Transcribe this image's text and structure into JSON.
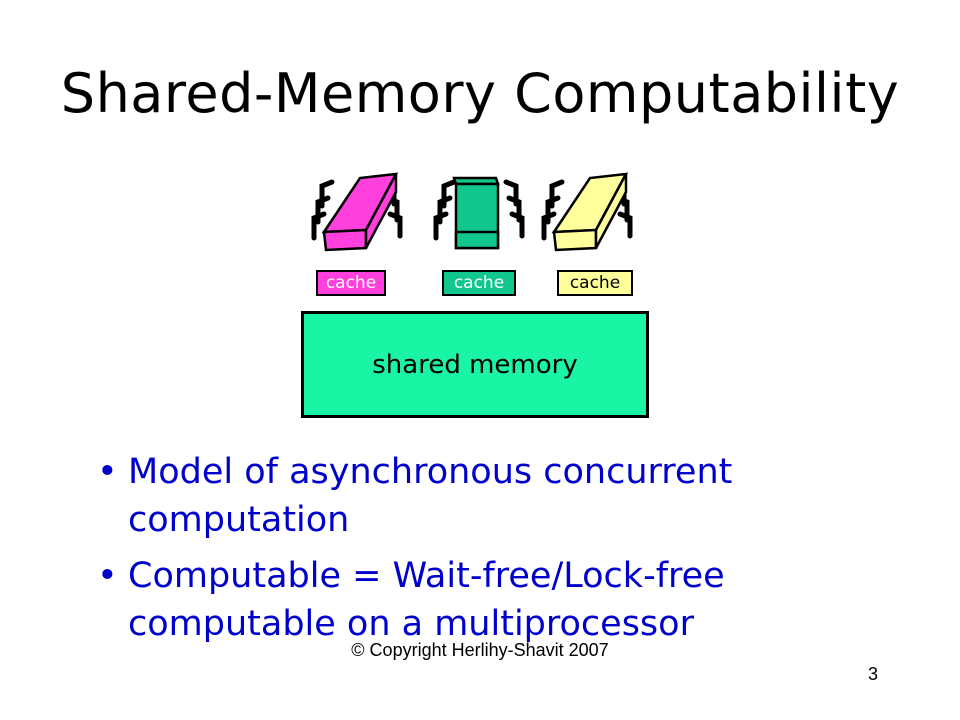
{
  "slide": {
    "title": "Shared-Memory Computability",
    "processors": [
      {
        "name": "processor-1",
        "color": "#ff40dd",
        "cache_label": "cache",
        "cache_bg": "#ff40dd",
        "cache_text": "#ffffff"
      },
      {
        "name": "processor-2",
        "color": "#12c78e",
        "cache_label": "cache",
        "cache_bg": "#12c78e",
        "cache_text": "#ffffff"
      },
      {
        "name": "processor-3",
        "color": "#ffff9c",
        "cache_label": "cache",
        "cache_bg": "#ffff9c",
        "cache_text": "#000000"
      }
    ],
    "memory": {
      "label": "shared memory",
      "color": "#19f5a5"
    },
    "bullets": [
      "Model of asynchronous concurrent computation",
      "Computable = Wait-free/Lock-free computable on a multiprocessor"
    ],
    "footer": {
      "copyright": "© Copyright Herlihy-Shavit 2007",
      "page_number": "3"
    }
  }
}
